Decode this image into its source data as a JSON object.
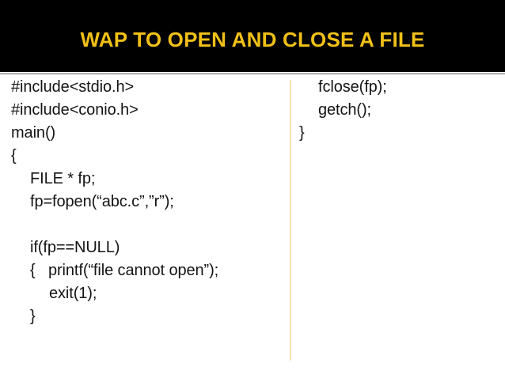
{
  "slide": {
    "title": "WAP TO OPEN AND CLOSE A FILE",
    "title_color": "#f0c017",
    "title_background": "#000000",
    "page_background": "#ffffff",
    "divider_color": "#f7e4b4"
  },
  "code": {
    "left_column": [
      {
        "text": "#include<stdio.h>",
        "indent": 0
      },
      {
        "text": "#include<conio.h>",
        "indent": 0
      },
      {
        "text": "main()",
        "indent": 0
      },
      {
        "text": "{",
        "indent": 0
      },
      {
        "text": "FILE * fp;",
        "indent": 1
      },
      {
        "text": "fp=fopen(“abc.c”,”r”);",
        "indent": 1
      },
      {
        "text": "",
        "indent": 0
      },
      {
        "text": "if(fp==NULL)",
        "indent": 1
      },
      {
        "text": "{   printf(“file cannot open”);",
        "indent": 1
      },
      {
        "text": "exit(1);",
        "indent": 2
      },
      {
        "text": "}",
        "indent": 1
      }
    ],
    "right_column": [
      {
        "text": "fclose(fp);",
        "indent": 1
      },
      {
        "text": "getch();",
        "indent": 1
      },
      {
        "text": "}",
        "indent": 0
      }
    ]
  }
}
